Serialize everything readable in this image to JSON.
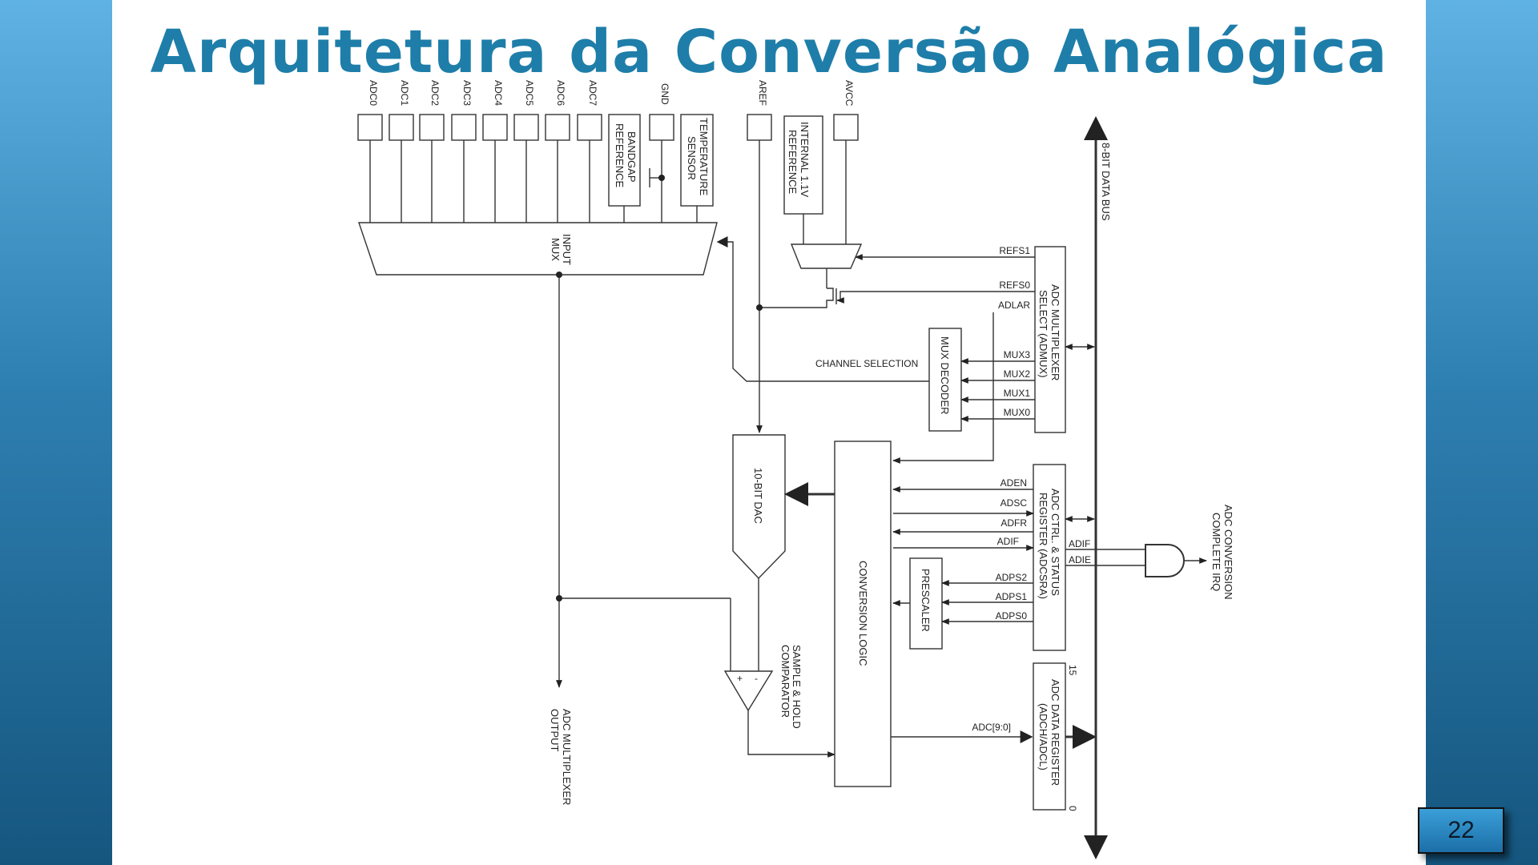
{
  "slide": {
    "title": "Arquitetura da Conversão Analógica",
    "page_number": "22"
  },
  "diagram": {
    "pins": [
      "ADC0",
      "ADC1",
      "ADC2",
      "ADC3",
      "ADC4",
      "ADC5",
      "ADC6",
      "ADC7",
      "GND",
      "AREF",
      "AVCC"
    ],
    "blocks": {
      "bandgap_ref": [
        "BANDGAP",
        "REFERENCE"
      ],
      "temp_sensor": [
        "TEMPERATURE",
        "SENSOR"
      ],
      "internal_ref": [
        "INTERNAL 1.1V",
        "REFERENCE"
      ],
      "input_mux": [
        "INPUT",
        "MUX"
      ],
      "admux": [
        "ADC MULTIPLEXER",
        "SELECT (ADMUX)"
      ],
      "mux_decoder": "MUX DECODER",
      "dac": "10-BIT DAC",
      "conversion_logic": "CONVERSION LOGIC",
      "prescaler": "PRESCALER",
      "adcsra": [
        "ADC CTRL. & STATUS",
        "REGISTER (ADCSRA)"
      ],
      "adc_data": [
        "ADC DATA REGISTER",
        "(ADCH/ADCL)"
      ],
      "comparator": [
        "SAMPLE & HOLD",
        "COMPARATOR"
      ],
      "mux_output": [
        "ADC MULTIPLEXER",
        "OUTPUT"
      ],
      "irq": [
        "ADC CONVERSION",
        "COMPLETE IRQ"
      ],
      "data_bus": "8-BIT DATA BUS"
    },
    "signals": {
      "refs1": "REFS1",
      "refs0": "REFS0",
      "adlar": "ADLAR",
      "mux3": "MUX3",
      "mux2": "MUX2",
      "mux1": "MUX1",
      "mux0": "MUX0",
      "channel_selection": "CHANNEL SELECTION",
      "aden": "ADEN",
      "adsc": "ADSC",
      "adfr": "ADFR",
      "adif": "ADIF",
      "adps2": "ADPS2",
      "adps1": "ADPS1",
      "adps0": "ADPS0",
      "adc_bits": "ADC[9:0]",
      "irq_adif": "ADIF",
      "irq_adie": "ADIE",
      "bit15": "15",
      "bit0": "0",
      "plus": "+",
      "minus": "-"
    }
  }
}
